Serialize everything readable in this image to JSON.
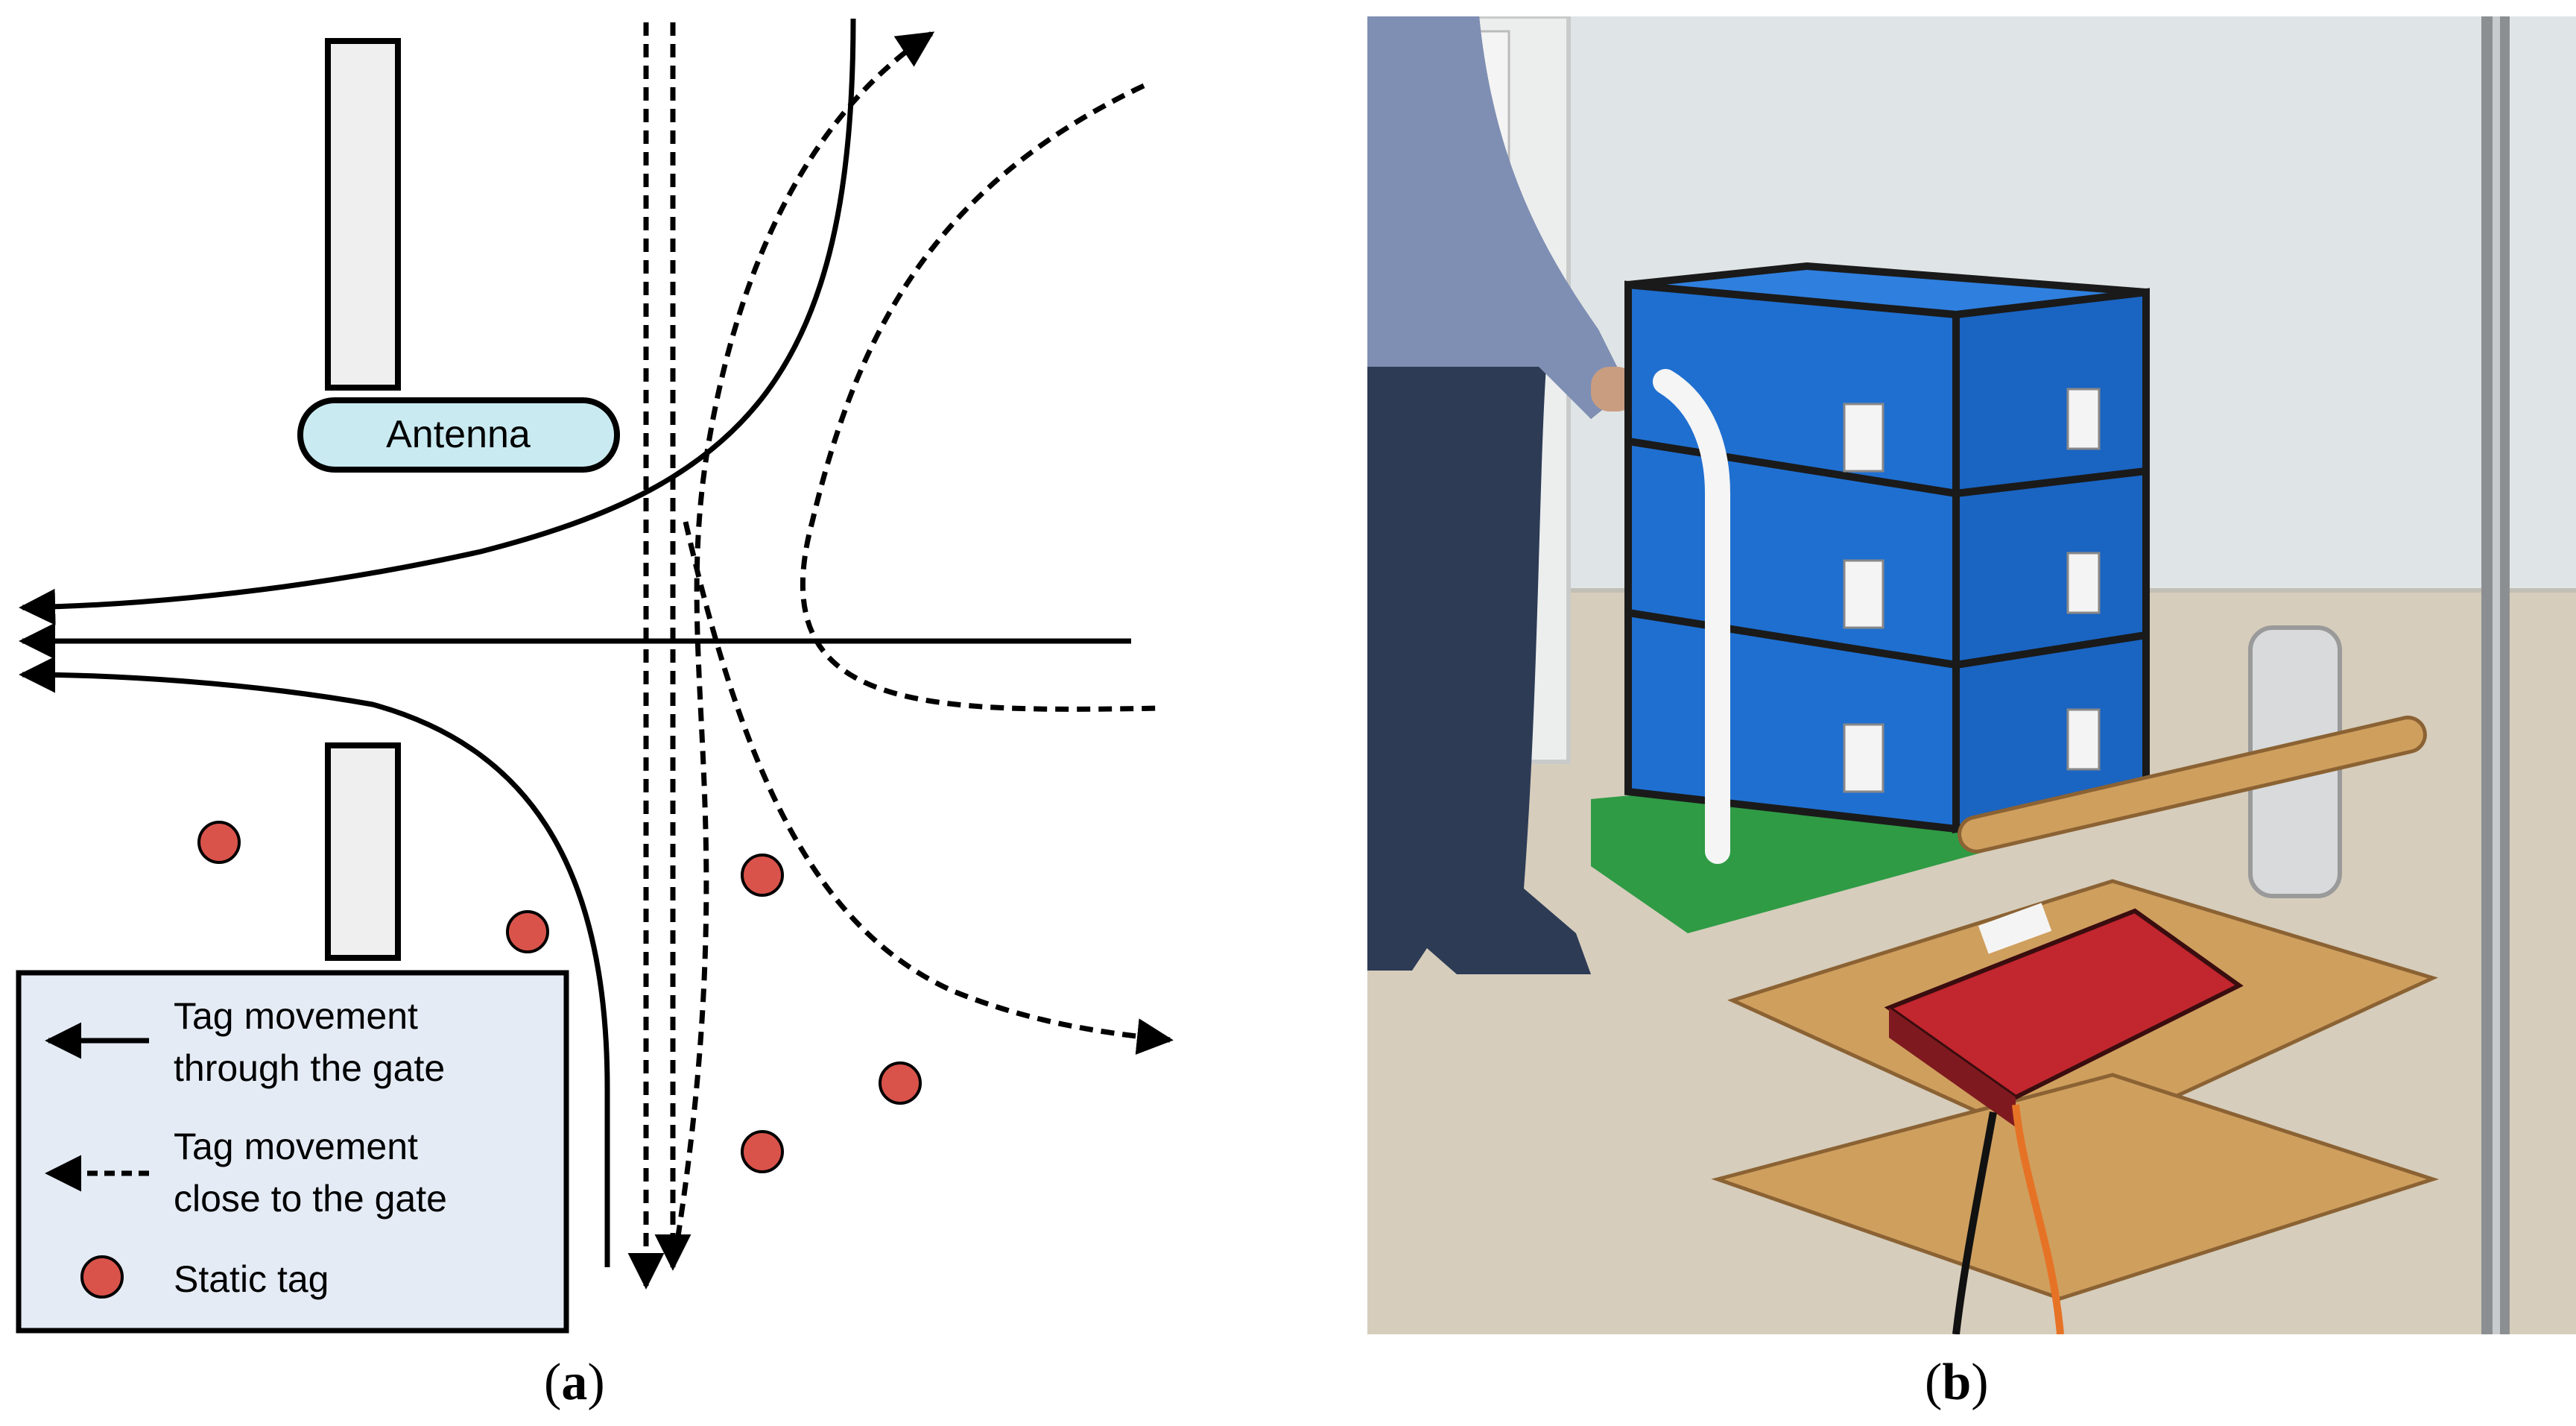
{
  "panel_a": {
    "caption_label": "a",
    "antenna_label": "Antenna",
    "legend": {
      "solid_line_1": "Tag movement",
      "solid_line_2": "through the gate",
      "dashed_line_1": "Tag movement",
      "dashed_line_2": "close to the gate",
      "static_tag": "Static tag"
    },
    "colors": {
      "static_tag": "#d9534b",
      "antenna_fill": "#c9eaf1",
      "legend_fill": "#e4ebf5",
      "pillar_fill": "#efefef"
    }
  },
  "panel_b": {
    "caption_label": "b",
    "photo_icon": "photo-rfid-gate-trolley"
  }
}
